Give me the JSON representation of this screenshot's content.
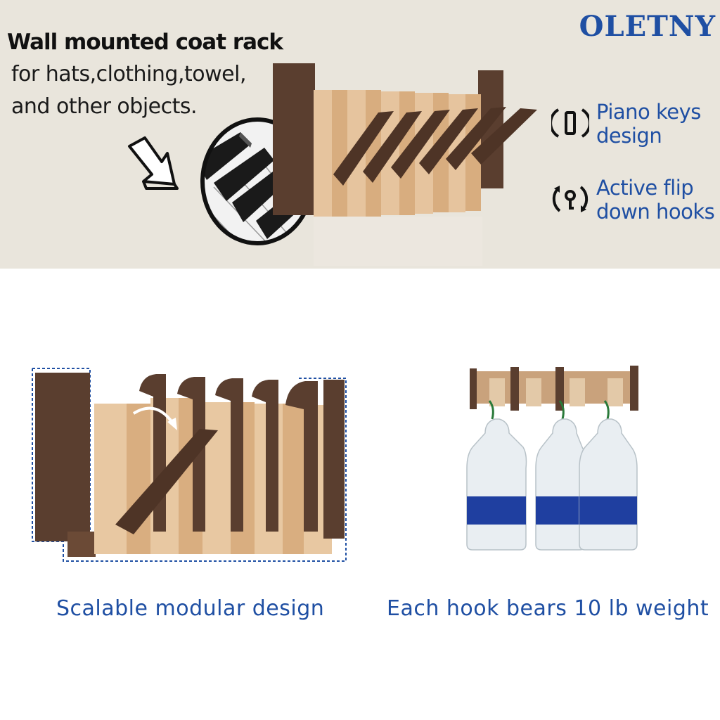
{
  "brand": "OLETNY",
  "headline": "Wall mounted coat rack",
  "subline": [
    "for hats,clothing,towel,",
    "and other objects."
  ],
  "features": [
    {
      "text": [
        "Piano keys",
        "design"
      ],
      "icon": "piano-key-icon"
    },
    {
      "text": [
        "Active flip",
        "down hooks"
      ],
      "icon": "flip-hook-icon"
    }
  ],
  "captions": {
    "left": "Scalable modular design",
    "right": "Each hook bears 10 lb weight"
  },
  "colors": {
    "accent": "#1f4fa3",
    "walnut": "#5a3e2f",
    "light_wood": "#e2bd95",
    "top_background": "#e9e5dc"
  }
}
